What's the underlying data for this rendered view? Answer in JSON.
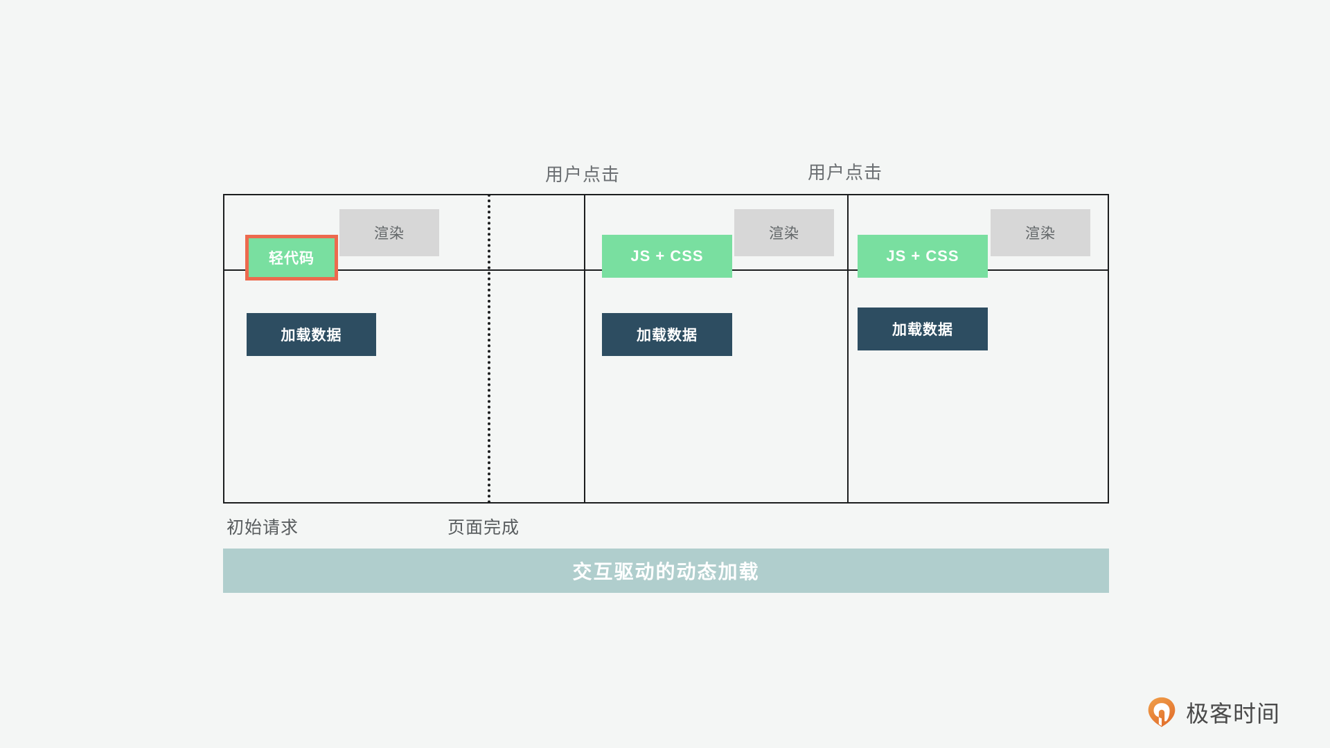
{
  "canvas": {
    "background": "#f4f6f5"
  },
  "colors": {
    "green": "#79dfa0",
    "navy": "#2d4d61",
    "gray_chip": "#d7d7d7",
    "highlight_border": "#ec6a4e",
    "banner": "#b0cecd",
    "line": "#1b1d1e",
    "brand_orange": "#e8833a"
  },
  "captions": {
    "user_click_1": "用户点击",
    "user_click_2": "用户点击"
  },
  "timeline": {
    "render_row": [
      {
        "label": "渲染"
      },
      {
        "label": "渲染"
      },
      {
        "label": "渲染"
      }
    ],
    "work_row": {
      "column_1": {
        "code_block": "轻代码",
        "code_block_highlighted": true,
        "data_block": "加载数据"
      },
      "column_2": {
        "code_block": "JS + CSS",
        "data_block": "加载数据"
      },
      "column_3": {
        "code_block": "JS + CSS",
        "data_block": "加载数据"
      }
    },
    "markers": {
      "page_complete_dotted_line": true
    }
  },
  "axis": {
    "start_label": "初始请求",
    "done_label": "页面完成"
  },
  "summary": {
    "banner_text": "交互驱动的动态加载"
  },
  "brand": {
    "name": "极客时间",
    "mark_icon": "geektime-logo-icon"
  }
}
